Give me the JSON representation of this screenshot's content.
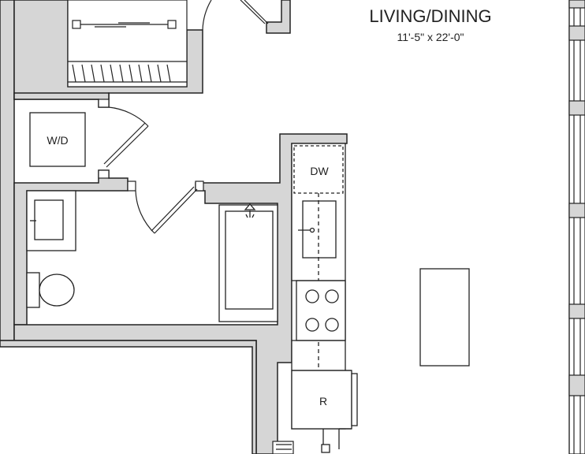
{
  "room": {
    "name": "LIVING/DINING",
    "dimensions": "11'-5\" x 22'-0\""
  },
  "fixtures": {
    "washer_dryer": "W/D",
    "dishwasher": "DW",
    "refrigerator": "R"
  },
  "colors": {
    "wall_fill": "#d6d6d6",
    "line": "#222222",
    "background": "#ffffff"
  }
}
